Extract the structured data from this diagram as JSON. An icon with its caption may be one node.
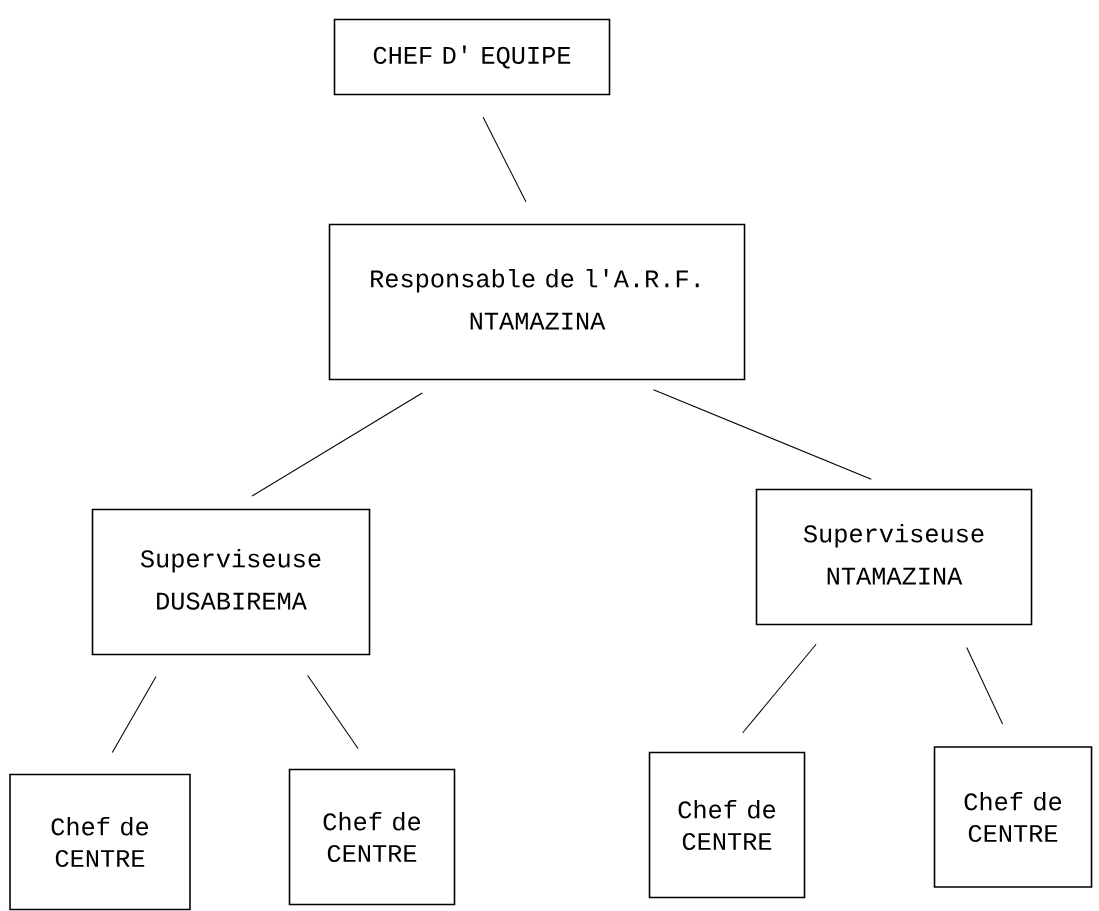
{
  "diagram": {
    "nodes": [
      {
        "text": [
          "CHEF D' EQUIPE"
        ]
      },
      {
        "text": [
          "Responsable de l'A.R.F.",
          "NTAMAZINA"
        ]
      },
      {
        "text": [
          "Superviseuse",
          "DUSABIREMA"
        ]
      },
      {
        "text": [
          "Superviseuse",
          "NTAMAZINA"
        ]
      },
      {
        "text": [
          "Chef de CENTRE"
        ]
      },
      {
        "text": [
          "Chef de CENTRE"
        ]
      },
      {
        "text": [
          "Chef de CENTRE"
        ]
      },
      {
        "text": [
          "Chef de CENTRE"
        ]
      }
    ],
    "edges": [
      {
        "from": 0,
        "to": 1,
        "arrow": "none"
      },
      {
        "from": 1,
        "to": 2,
        "arrow": "none"
      },
      {
        "from": 1,
        "to": 3,
        "arrow": "none"
      },
      {
        "from": 2,
        "to": 4,
        "arrow": "none"
      },
      {
        "from": 2,
        "to": 5,
        "arrow": "none"
      },
      {
        "from": 3,
        "to": 6,
        "arrow": "none"
      },
      {
        "from": 3,
        "to": 7,
        "arrow": "none"
      }
    ]
  }
}
